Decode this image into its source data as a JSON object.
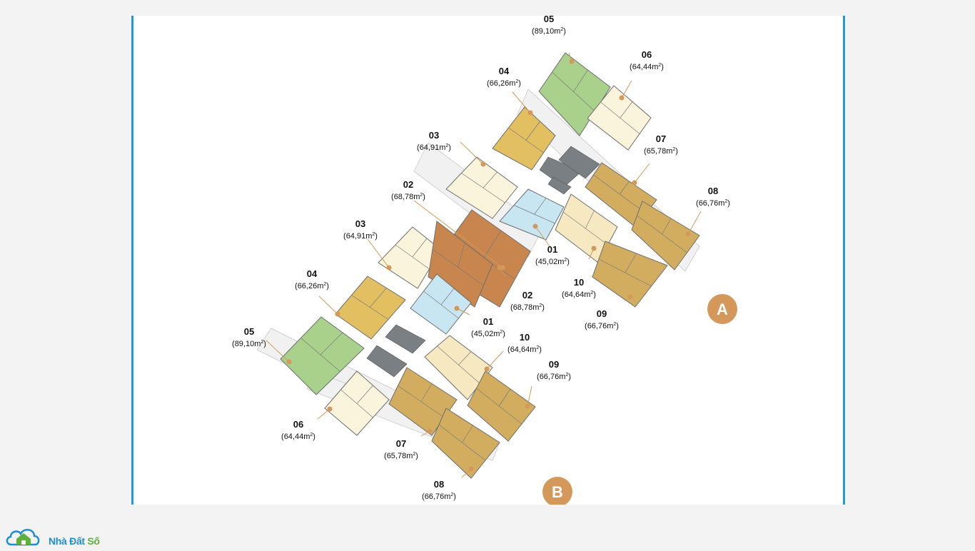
{
  "colors": {
    "green": "#a9d18c",
    "gold": "#e2bf61",
    "tan": "#d2ad5f",
    "cream": "#f6e9c1",
    "lightcream": "#fbf4dc",
    "blue": "#c8e6f2",
    "brown": "#c8854e",
    "core": "#7a7f84",
    "accent": "#d4995a",
    "frame": "#1e9ad6"
  },
  "tower_a": {
    "badge": "A"
  },
  "tower_b": {
    "badge": "B"
  },
  "units": [
    {
      "id": "a05",
      "tower": "A",
      "num": "05",
      "area": "89,10m",
      "color": "green"
    },
    {
      "id": "a06",
      "tower": "A",
      "num": "06",
      "area": "64,44m",
      "color": "lightcream"
    },
    {
      "id": "a04",
      "tower": "A",
      "num": "04",
      "area": "66,26m",
      "color": "gold"
    },
    {
      "id": "a07",
      "tower": "A",
      "num": "07",
      "area": "65,78m",
      "color": "tan"
    },
    {
      "id": "a03",
      "tower": "A",
      "num": "03",
      "area": "64,91m",
      "color": "lightcream"
    },
    {
      "id": "a08",
      "tower": "A",
      "num": "08",
      "area": "66,76m",
      "color": "tan"
    },
    {
      "id": "a02",
      "tower": "A",
      "num": "02",
      "area": "68,78m",
      "color": "brown"
    },
    {
      "id": "a01",
      "tower": "A",
      "num": "01",
      "area": "45,02m",
      "color": "blue"
    },
    {
      "id": "a10",
      "tower": "A",
      "num": "10",
      "area": "64,64m",
      "color": "cream"
    },
    {
      "id": "a09",
      "tower": "A",
      "num": "09",
      "area": "66,76m",
      "color": "tan"
    },
    {
      "id": "b03",
      "tower": "B",
      "num": "03",
      "area": "64,91m",
      "color": "lightcream"
    },
    {
      "id": "b02",
      "tower": "B",
      "num": "02",
      "area": "68,78m",
      "color": "brown"
    },
    {
      "id": "b04",
      "tower": "B",
      "num": "04",
      "area": "66,26m",
      "color": "gold"
    },
    {
      "id": "b01",
      "tower": "B",
      "num": "01",
      "area": "45,02m",
      "color": "blue"
    },
    {
      "id": "b05",
      "tower": "B",
      "num": "05",
      "area": "89,10m",
      "color": "green"
    },
    {
      "id": "b10",
      "tower": "B",
      "num": "10",
      "area": "64,64m",
      "color": "cream"
    },
    {
      "id": "b09",
      "tower": "B",
      "num": "09",
      "area": "66,76m",
      "color": "tan"
    },
    {
      "id": "b06",
      "tower": "B",
      "num": "06",
      "area": "64,44m",
      "color": "lightcream"
    },
    {
      "id": "b07",
      "tower": "B",
      "num": "07",
      "area": "65,78m",
      "color": "tan"
    },
    {
      "id": "b08",
      "tower": "B",
      "num": "08",
      "area": "66,76m",
      "color": "tan"
    }
  ],
  "area_sup": "2",
  "logo": {
    "text_1": "Nhà Đất ",
    "text_2": "Số"
  }
}
